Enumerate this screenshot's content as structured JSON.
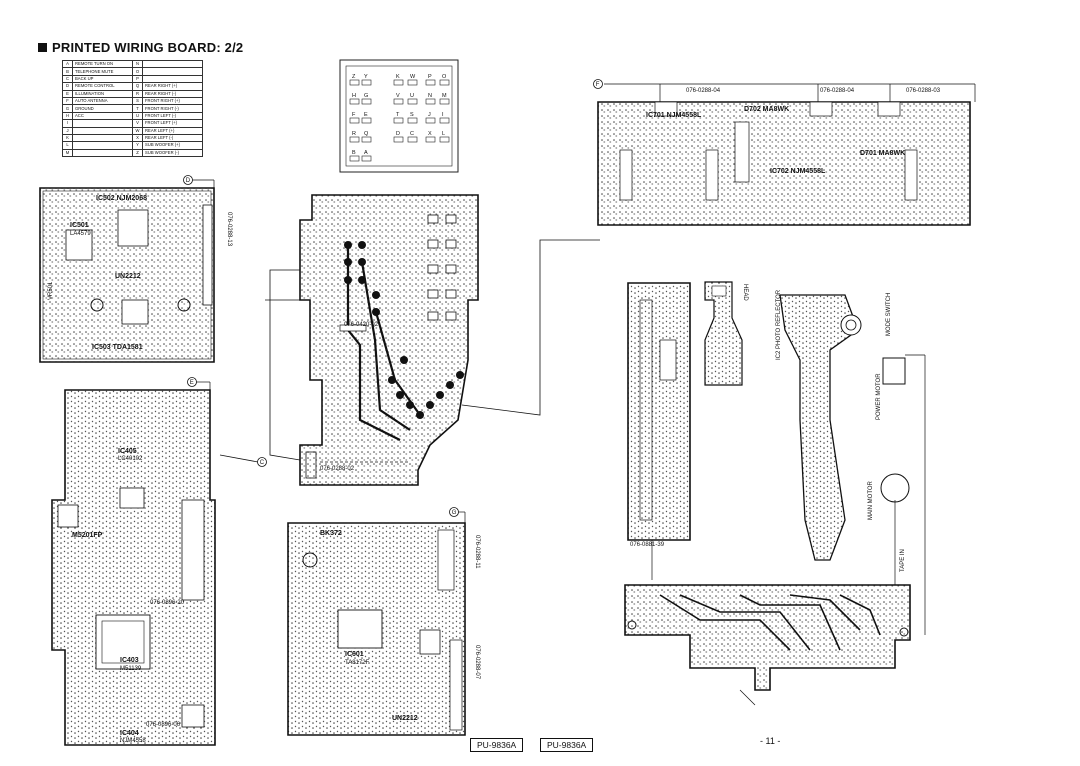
{
  "title": "PRINTED WIRING BOARD: 2/2",
  "legend": [
    {
      "k": "A",
      "v": "REMOTE TURN ON",
      "k2": "N",
      "v2": ""
    },
    {
      "k": "B",
      "v": "TELEPHONE MUTE",
      "k2": "O",
      "v2": ""
    },
    {
      "k": "C",
      "v": "BACK UP",
      "k2": "P",
      "v2": ""
    },
    {
      "k": "D",
      "v": "REMOTE CONTROL",
      "k2": "Q",
      "v2": "REAR RIGHT (+)"
    },
    {
      "k": "E",
      "v": "ILLUMINATION",
      "k2": "R",
      "v2": "REAR RIGHT (-)"
    },
    {
      "k": "F",
      "v": "AUTO ANTENNA",
      "k2": "S",
      "v2": "FRONT RIGHT (+)"
    },
    {
      "k": "G",
      "v": "GROUND",
      "k2": "T",
      "v2": "FRONT RIGHT (-)"
    },
    {
      "k": "H",
      "v": "ACC",
      "k2": "U",
      "v2": "FRONT LEFT (-)"
    },
    {
      "k": "I",
      "v": "",
      "k2": "V",
      "v2": "FRONT LEFT (+)"
    },
    {
      "k": "J",
      "v": "",
      "k2": "W",
      "v2": "REAR LEFT (+)"
    },
    {
      "k": "K",
      "v": "",
      "k2": "X",
      "v2": "REAR LEFT (-)"
    },
    {
      "k": "L",
      "v": "",
      "k2": "Y",
      "v2": "SUB WOOFER (+)"
    },
    {
      "k": "M",
      "v": "",
      "k2": "Z",
      "v2": "SUB WOOFER (-)"
    }
  ],
  "connector_letters": [
    "Z",
    "Y",
    "K",
    "W",
    "P",
    "O",
    "H",
    "G",
    "V",
    "U",
    "N",
    "M",
    "F",
    "E",
    "T",
    "S",
    "J",
    "I",
    "R",
    "Q",
    "D",
    "C",
    "X",
    "L",
    "B",
    "A"
  ],
  "boards": {
    "d": {
      "marker": "D",
      "ic_main": "IC502 NJM2068",
      "ic_a": "IC501",
      "ic_a_part": "LA4579",
      "ic_b": "UN2212",
      "ic_c": "IC503 TDA1581",
      "code": "076-0288-13",
      "vr": "VR501"
    },
    "e": {
      "marker": "E",
      "ic_a": "IC405",
      "ic_a_part": "LC40102",
      "ic_b": "IC403",
      "ic_b_part": "M51139",
      "ic_c": "IC404",
      "ic_c_part": "NJM4558",
      "ic_d": "M5201FP",
      "code": "076-0896-20",
      "code2": "076-0896-06"
    },
    "g": {
      "marker": "G",
      "ic_a": "IC601",
      "ic_a_part": "TA8172F",
      "ic_b": "UN2212",
      "ic_c": "BK372",
      "code": "076-0288-11",
      "code2": "076-0288-07"
    },
    "f": {
      "marker": "F",
      "ic_a": "IC701 NJM4558L",
      "ic_b": "D702 MA8WK",
      "ic_c": "IC702 NJM4558L",
      "ic_d": "D701 MA8WK",
      "code": "076-0288-04",
      "code2": "076-0288-03"
    },
    "c": {
      "marker": "C",
      "code": "076-0420-02",
      "code2": "076-0288-02"
    },
    "head": {
      "label": "HEAD"
    },
    "reflector": {
      "label": "IC2 PHOTO REFLECTOR",
      "code": "076-0881-39"
    },
    "switch": {
      "label": "MODE SWITCH",
      "label2": "POWER MOTOR",
      "label3": "MAIN MOTOR",
      "label4": "TAPE IN"
    }
  },
  "part_numbers": [
    "PU-9836A",
    "PU-9836A"
  ],
  "page_number": "- 11 -"
}
